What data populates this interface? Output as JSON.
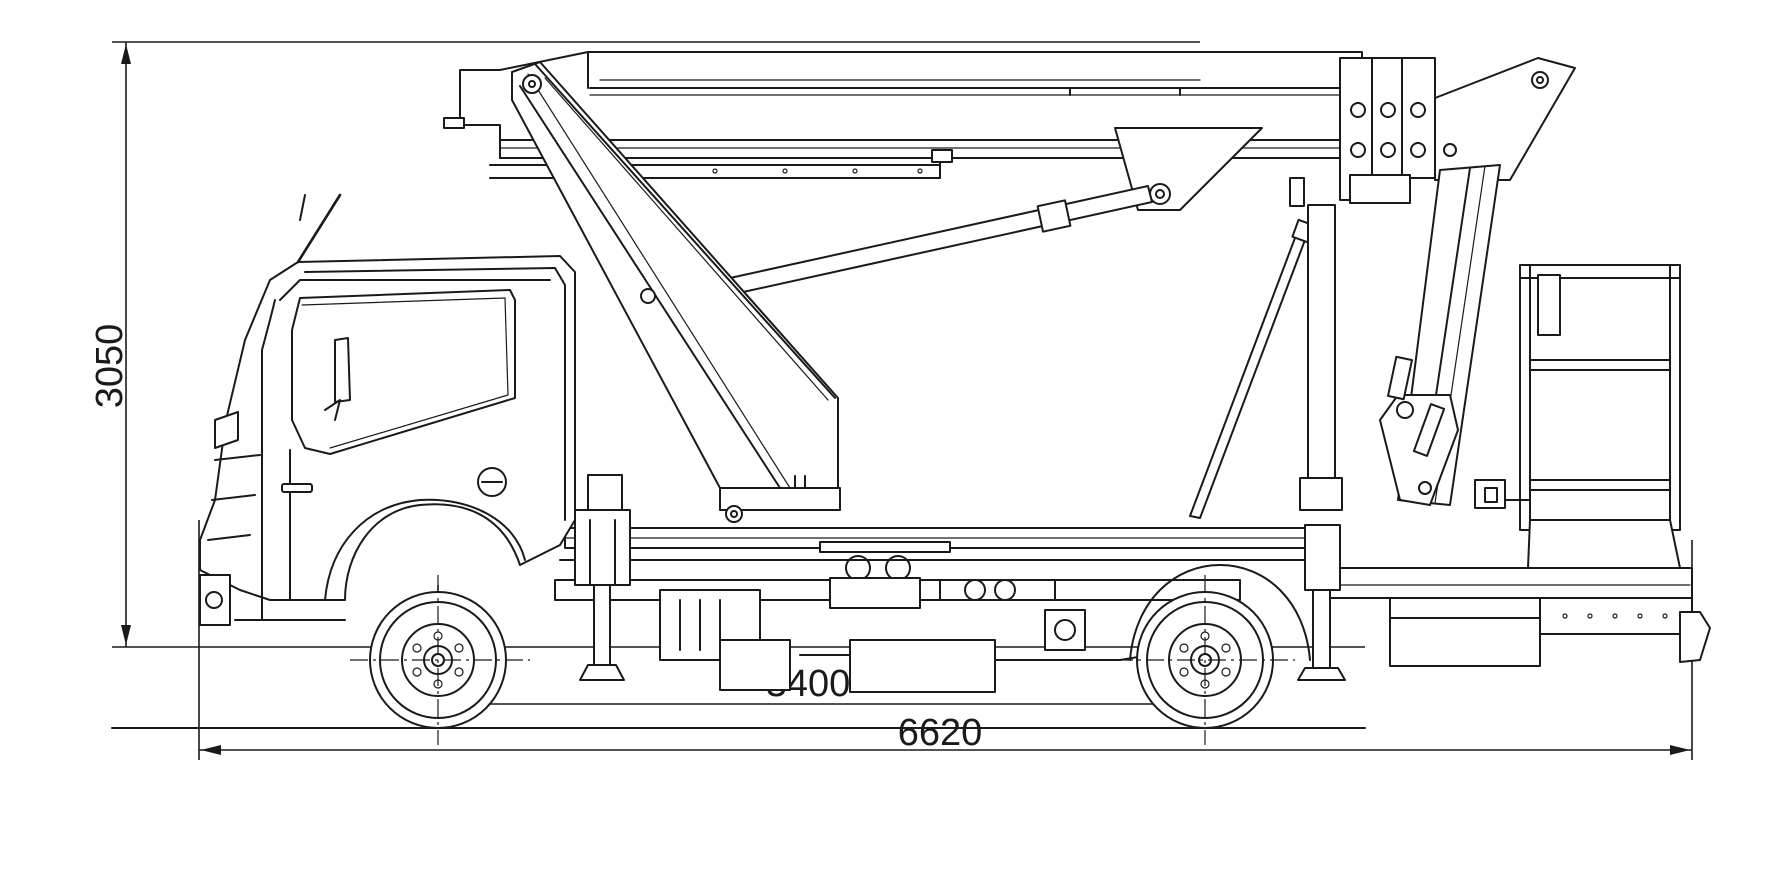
{
  "dimensions": {
    "height": "3050",
    "wheelbase": "3400",
    "overall_length": "6620"
  },
  "colors": {
    "line": "#1a1a1a",
    "background": "#ffffff"
  }
}
